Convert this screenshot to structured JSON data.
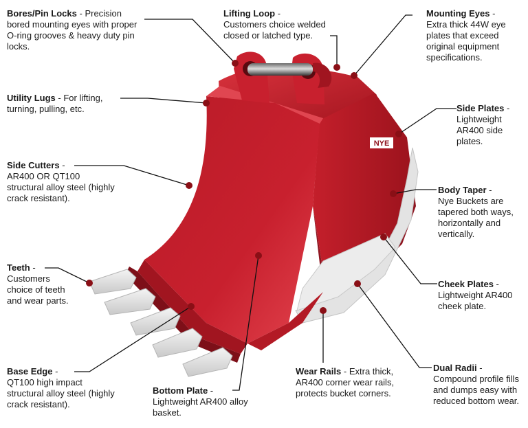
{
  "diagram": {
    "brand_mark": "NYE",
    "colors": {
      "bucket_red": "#c8202e",
      "bucket_red_dark": "#8f1520",
      "bucket_red_light": "#e0404a",
      "wear_white": "#e6e6e6",
      "leader_line": "#111111",
      "dot": "#8a0f16"
    },
    "callouts": {
      "bores_pin_locks": {
        "title": "Bores/Pin Locks",
        "desc": "Precision bored mounting eyes with proper O-ring grooves & heavy duty pin locks."
      },
      "lifting_loop": {
        "title": "Lifting Loop",
        "desc": "Customers choice welded closed or latched type."
      },
      "mounting_eyes": {
        "title": "Mounting Eyes",
        "desc": "Extra thick 44W eye plates that exceed original equipment specifications."
      },
      "utility_lugs": {
        "title": "Utility Lugs",
        "desc": "For lifting, turning, pulling, etc."
      },
      "side_plates": {
        "title": "Side Plates",
        "desc": "Lightweight AR400 side plates."
      },
      "side_cutters": {
        "title": "Side Cutters",
        "desc": "AR400 OR QT100 structural alloy steel (highly crack resistant)."
      },
      "body_taper": {
        "title": "Body Taper",
        "desc": "Nye Buckets are tapered both ways, horizontally and vertically."
      },
      "teeth": {
        "title": "Teeth",
        "desc": "Customers choice of teeth and wear parts."
      },
      "cheek_plates": {
        "title": "Cheek Plates",
        "desc": "Lightweight AR400 cheek plate."
      },
      "base_edge": {
        "title": "Base Edge",
        "desc": "QT100 high impact structural alloy steel (highly crack resistant)."
      },
      "bottom_plate": {
        "title": "Bottom Plate",
        "desc": "Lightweight AR400 alloy basket."
      },
      "wear_rails": {
        "title": "Wear Rails",
        "desc": "Extra thick, AR400 corner wear rails, protects bucket corners."
      },
      "dual_radii": {
        "title": "Dual Radii",
        "desc": "Compound profile fills and dumps easy with reduced bottom wear."
      }
    }
  }
}
